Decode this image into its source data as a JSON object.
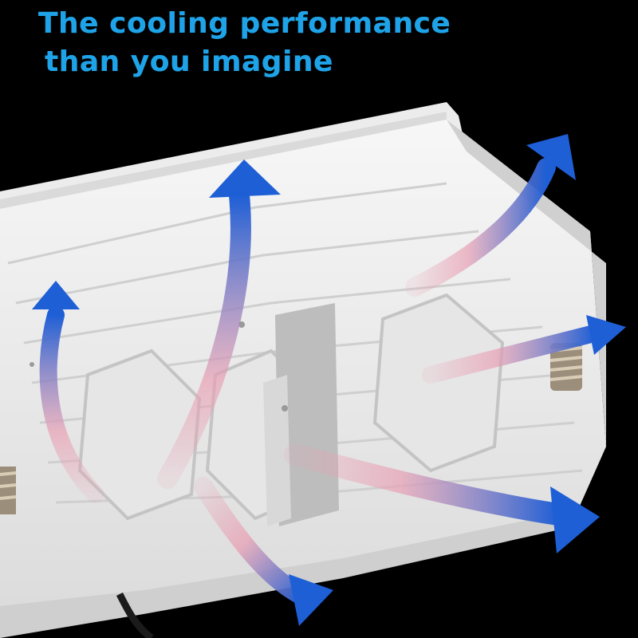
{
  "headline": {
    "line1": "The cooling performance",
    "line2": "than you imagine"
  },
  "colors": {
    "background": "#000000",
    "headline_text": "#1fa3e8",
    "heatsink": "#f2f2f2",
    "arrow_hot": "#e8a0b4",
    "arrow_cool": "#1e5fd6"
  },
  "icons": [
    "heatsink-illustration",
    "airflow-arrow",
    "spring-screw",
    "power-cable"
  ]
}
